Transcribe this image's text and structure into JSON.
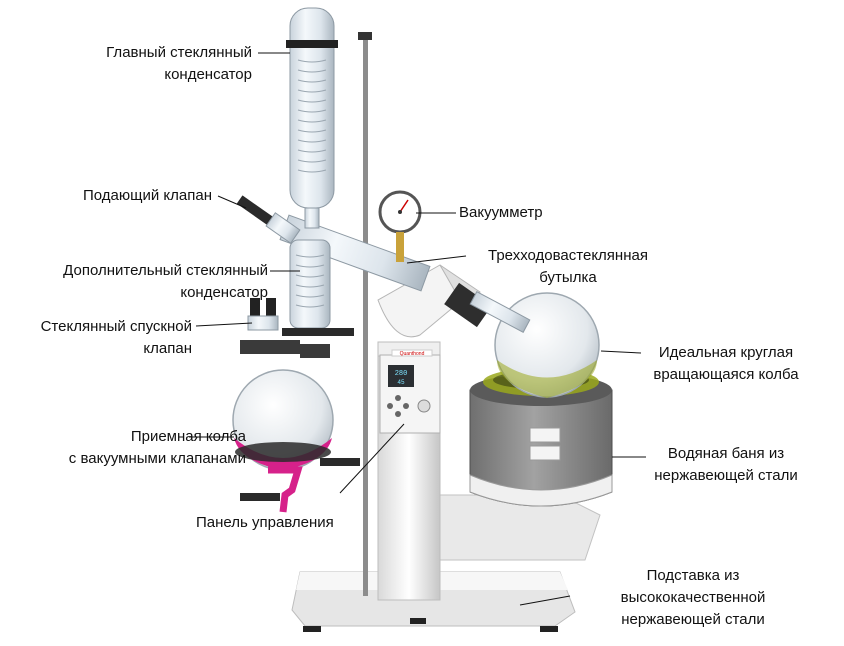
{
  "labels": {
    "main_condenser": [
      "Главный стеклянный",
      "конденсатор"
    ],
    "feed_valve": [
      "Подающий клапан"
    ],
    "vacuum_gauge": [
      "Вакуумметр"
    ],
    "three_way_bottle": [
      "Трехходовастеклянная",
      "бутылка"
    ],
    "aux_condenser": [
      "Дополнительный стеклянный",
      "конденсатор"
    ],
    "drain_valve": [
      "Стеклянный спускной",
      "клапан"
    ],
    "round_flask": [
      "Идеальная круглая",
      "вращающаяся колба"
    ],
    "receiving_flask": [
      "Приемная колба",
      "с вакуумными клапанами"
    ],
    "water_bath": [
      "Водяная баня из",
      "нержавеющей стали"
    ],
    "control_panel": [
      "Панель управления"
    ],
    "stand": [
      "Подставка  из",
      "высококачественной",
      "нержавеющей стали"
    ]
  },
  "device": {
    "brand_text": "Quanthond",
    "display_value_top": "280",
    "display_value_bottom": "45"
  },
  "colors": {
    "receiving_liquid": "#d6218a",
    "bath_liquid": "#9aa81c",
    "bath_gray": "#8a8a8a",
    "stand_white": "#f2f2f2"
  }
}
